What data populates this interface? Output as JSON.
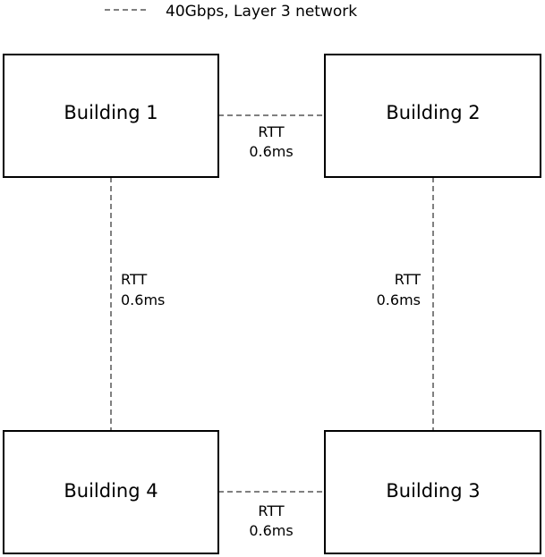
{
  "legend": {
    "label": "40Gbps, Layer 3 network",
    "line_style": "dashed"
  },
  "buildings": [
    {
      "id": "b1",
      "label": "Building 1"
    },
    {
      "id": "b2",
      "label": "Building 2"
    },
    {
      "id": "b3",
      "label": "Building 3"
    },
    {
      "id": "b4",
      "label": "Building 4"
    }
  ],
  "links": [
    {
      "id": "b1-b2",
      "from": "Building 1",
      "to": "Building 2",
      "rtt_label": "RTT",
      "rtt_value": "0.6ms"
    },
    {
      "id": "b2-b3",
      "from": "Building 2",
      "to": "Building 3",
      "rtt_label": "RTT",
      "rtt_value": "0.6ms"
    },
    {
      "id": "b4-b3",
      "from": "Building 4",
      "to": "Building 3",
      "rtt_label": "RTT",
      "rtt_value": "0.6ms"
    },
    {
      "id": "b1-b4",
      "from": "Building 1",
      "to": "Building 4",
      "rtt_label": "RTT",
      "rtt_value": "0.6ms"
    }
  ],
  "colors": {
    "line": "#000000",
    "text": "#000000",
    "background": "#ffffff"
  }
}
